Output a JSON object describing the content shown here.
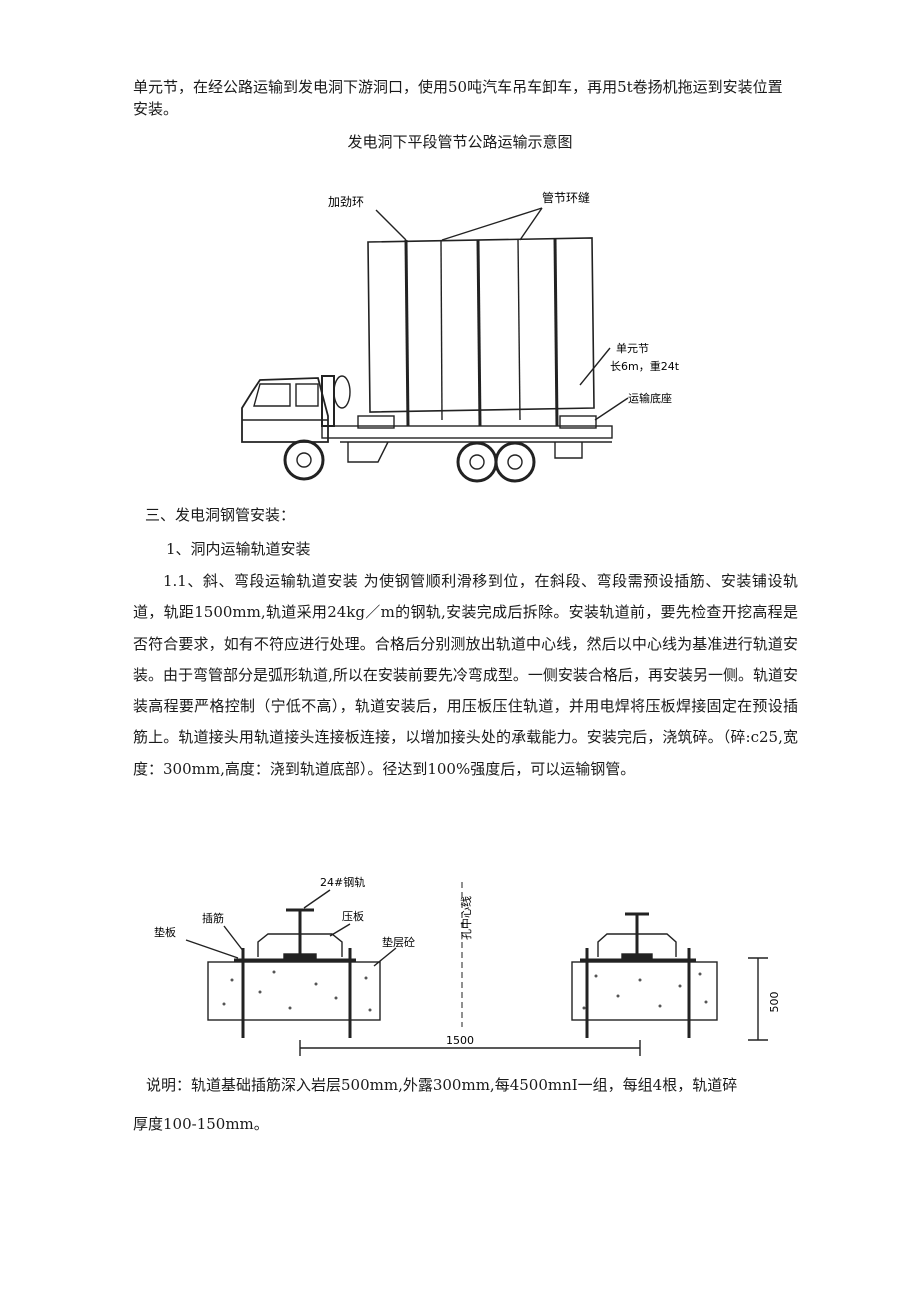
{
  "intro": {
    "line1": "单元节，在经公路运输到发电洞下游洞口，使用50吨汽车吊车卸车，再用5t卷扬机拖运到安装位置",
    "line2": "安装。"
  },
  "figure1": {
    "title": "发电洞下平段管节公路运输示意图",
    "labels": {
      "stiffener": "加劲环",
      "joint": "管节环缝",
      "unit": "单元节",
      "unit_spec": "长6m，重24t",
      "base": "运输底座"
    }
  },
  "section3": {
    "heading": "三、发电洞钢管安装：",
    "sub1": "1、洞内运输轨道安装",
    "para": "1.1、斜、弯段运输轨道安装 为使钢管顺利滑移到位，在斜段、弯段需预设插筋、安装铺设轨道，轨距1500mm,轨道采用24kg／m的钢轨,安装完成后拆除。安装轨道前，要先检查开挖高程是否符合要求，如有不符应进行处理。合格后分别测放出轨道中心线，然后以中心线为基准进行轨道安装。由于弯管部分是弧形轨道,所以在安装前要先冷弯成型。一侧安装合格后，再安装另一侧。轨道安装高程要严格控制（宁低不高），轨道安装后，用压板压住轨道，并用电焊将压板焊接固定在预设插筋上。轨道接头用轨道接头连接板连接，以增加接头处的承载能力。安装完后，浇筑碎。（碎:c25,宽度：300mm,高度：浇到轨道底部）。径达到100%强度后，可以运输钢管。"
  },
  "figure2": {
    "labels": {
      "rail": "24#钢轨",
      "rebar": "插筋",
      "pressplate": "压板",
      "pad": "垫板",
      "cushion": "垫层砼",
      "centerline": "孔中心线",
      "gauge": "1500",
      "height": "500"
    }
  },
  "note": {
    "line1": "说明：轨道基础插筋深入岩层500mm,外露300mm,每4500mnI一组，每组4根，轨道碎",
    "line2": "厚度100-150mm。"
  }
}
